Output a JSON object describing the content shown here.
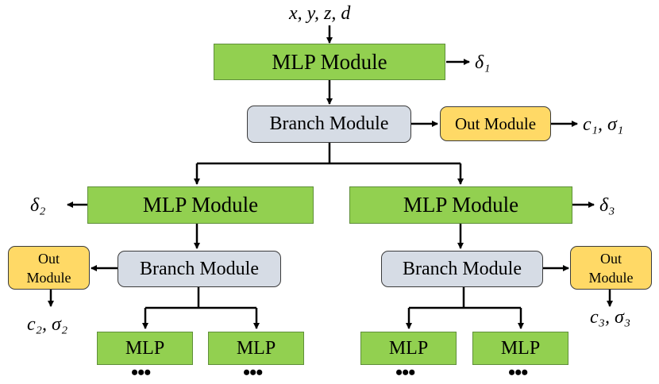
{
  "inputs": "x, y, z, d",
  "mlp_label": "MLP Module",
  "branch_label": "Branch Module",
  "out_label": "Out Module",
  "out_label_line1": "Out",
  "out_label_line2": "Module",
  "mlp_short_label": "MLP",
  "ellipsis": "•••",
  "outputs": {
    "delta1": "δ₁",
    "delta2": "δ₂",
    "delta3": "δ₃",
    "c_sigma1": "c₁, σ₁",
    "c_sigma2": "c₂, σ₂",
    "c_sigma3": "c₃, σ₃"
  }
}
